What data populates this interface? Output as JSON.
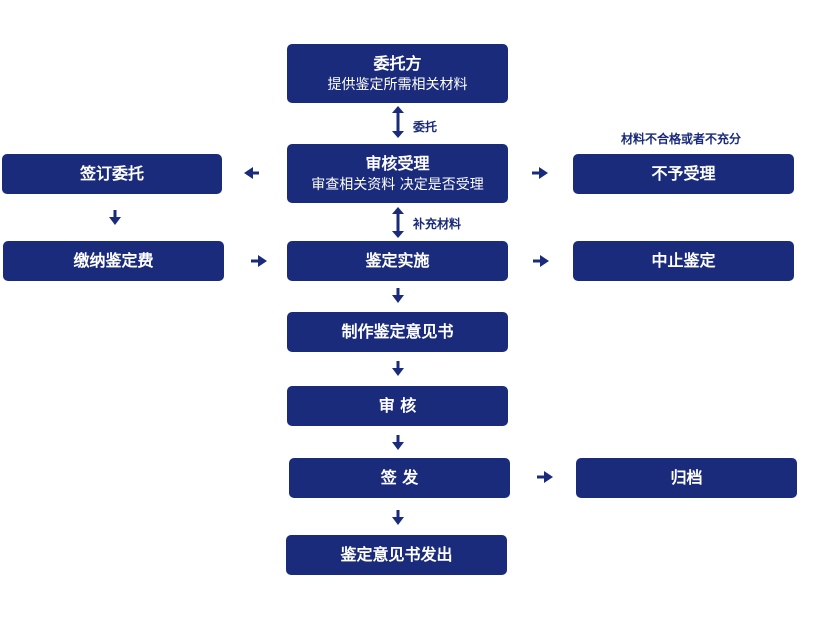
{
  "colors": {
    "node_fill": "#1a2b7c",
    "node_text": "#ffffff",
    "arrow": "#1a2b7c"
  },
  "nodes": {
    "weituofang": {
      "title": "委托方",
      "subtitle": "提供鉴定所需相关材料"
    },
    "shenhe_shouli": {
      "title": "审核受理",
      "subtitle": "审查相关资料 决定是否受理"
    },
    "qianding_weituo": {
      "title": "签订委托"
    },
    "buyu_shouli": {
      "title": "不予受理"
    },
    "jiaona_feiyong": {
      "title": "缴纳鉴定费"
    },
    "jianding_shishi": {
      "title": "鉴定实施"
    },
    "zhongzhi_jianding": {
      "title": "中止鉴定"
    },
    "zhizuo_yijianshu": {
      "title": "制作鉴定意见书"
    },
    "shenhe": {
      "title": "审 核"
    },
    "qianfa": {
      "title": "签 发"
    },
    "guidang": {
      "title": "归档"
    },
    "yijianshu_fachu": {
      "title": "鉴定意见书发出"
    }
  },
  "edge_labels": {
    "weituo": "委托",
    "buchong_cailiao": "补充材料",
    "cailiao_buhege": "材料不合格或者不充分"
  }
}
